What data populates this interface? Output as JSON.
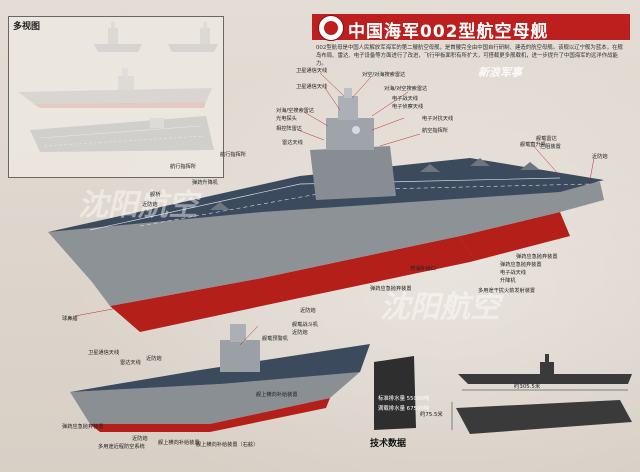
{
  "header": {
    "title": "中国海军002型航空母舰",
    "intro": "002型航母是中国人民解放军海军的第二艘航空母舰，是首艘完全由中国自行研制、建造的航空母舰。该舰以辽宁舰为蓝本，在舰岛布局、雷达、电子设备等方面进行了改进，飞行甲板面积有所扩大，可搭载更多舰载机，进一步提升了中国海军的远洋作战能力。"
  },
  "views": {
    "label": "多视图"
  },
  "watermarks": {
    "sina": "新浪军事",
    "wm1": "沈阳航空",
    "wm2": "沈阳航空"
  },
  "callouts": {
    "c1": "卫星通信天线",
    "c2": "对空/对海搜索雷达",
    "c3": "卫星通信天线",
    "c4": "对海/对空搜索雷达",
    "c5": "电子战天线",
    "c6": "电子侦察天线",
    "c7": "电子对抗天线",
    "c8": "航空指挥所",
    "c9": "对海/空搜索雷达",
    "c10": "光电探头",
    "c11": "相控阵雷达",
    "c12": "雷达天线",
    "c13": "航行指挥所",
    "c14": "航行指挥所",
    "c15": "舰载雷达",
    "c16": "拦阻装置",
    "c17": "近防炮",
    "c18": "舰载直升机",
    "c19": "弹药升降机",
    "c20": "舰桥",
    "c21": "近防炮",
    "c22": "弹药应急抛弃装置",
    "c23": "弹药应急抛弃装置",
    "c24": "电子战天线",
    "c25": "升降机",
    "c26": "弹药应急抛弃装置",
    "c27": "多用途干扰火箭发射装置",
    "c28": "燃油补给口",
    "c29": "近防炮",
    "c30": "球鼻艏",
    "c31": "舰载战斗机",
    "c32": "近防炮",
    "c33": "舰载预警机",
    "c34": "卫星通信天线",
    "c35": "雷达天线",
    "c36": "近防炮",
    "c37": "弹药应急抛弃装置",
    "c38": "多用途近程防空系统",
    "c39": "近防炮",
    "c40": "舰上横向补给装置",
    "c41": "舰上横向补给装置（右舷）",
    "c42": "舰上横向补给装置"
  },
  "specs": {
    "title": "技术数据",
    "displacement_std": "标准排水量 55000吨",
    "displacement_full": "满载排水量 67500吨",
    "length": "约305.5米",
    "beam": "约75.5米"
  },
  "colors": {
    "accent": "#bd1f1f",
    "hull_red": "#b51f1a",
    "deck": "#3c4a5e",
    "hull_grey": "#8d9296"
  }
}
